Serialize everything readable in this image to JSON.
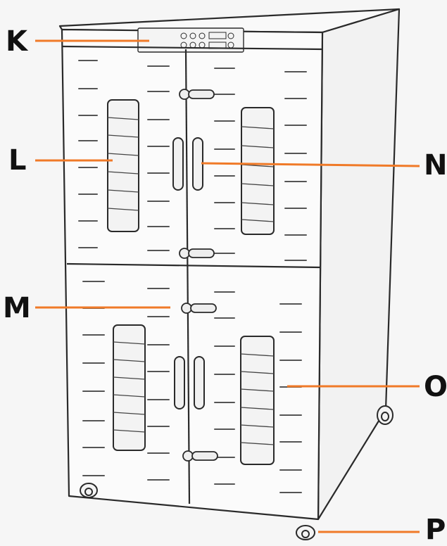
{
  "callouts": [
    {
      "id": "K",
      "label": "K"
    },
    {
      "id": "L",
      "label": "L"
    },
    {
      "id": "M",
      "label": "M"
    },
    {
      "id": "N",
      "label": "N"
    },
    {
      "id": "O",
      "label": "O"
    },
    {
      "id": "P",
      "label": "P"
    }
  ],
  "colors": {
    "leader_line": "#f07a28",
    "outline": "#2a2a2a",
    "panel_fill": "#fbfbfb",
    "background": "#f6f6f6"
  }
}
